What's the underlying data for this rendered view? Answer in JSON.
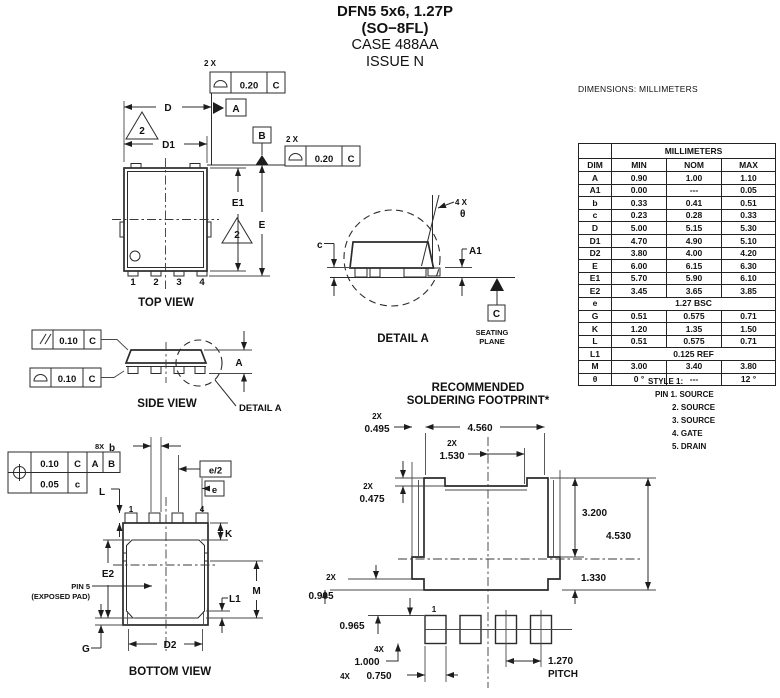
{
  "title": {
    "l1": "DFN5 5x6, 1.27P",
    "l2": "(SO−8FL)",
    "l3": "CASE 488AA",
    "l4": "ISSUE N"
  },
  "note": "DIMENSIONS: MILLIMETERS",
  "top": {
    "label": "TOP VIEW",
    "qty1": "2 X",
    "qty2": "2 X",
    "tol1": "0.20",
    "datum1": "C",
    "tol2": "0.20",
    "datum2": "C",
    "da": "A",
    "db": "B",
    "d": "D",
    "d1": "D1",
    "e1": "E1",
    "e": "E",
    "flag": "2",
    "p1": "1",
    "p2": "2",
    "p3": "3",
    "p4": "4"
  },
  "detail": {
    "label": "DETAIL A",
    "qty": "4 X",
    "theta": "θ",
    "c": "c",
    "a1": "A1",
    "dc": "C",
    "sp1": "SEATING",
    "sp2": "PLANE"
  },
  "side": {
    "label": "SIDE VIEW",
    "ref": "DETAIL A",
    "a": "A",
    "tol1": "0.10",
    "datum1": "C",
    "tol2": "0.10",
    "datum2": "C"
  },
  "bottom": {
    "label": "BOTTOM VIEW",
    "tol1": "0.10",
    "fd1": "C",
    "fd2": "A",
    "fd3": "B",
    "tol2": "0.05",
    "fd4": "c",
    "qty": "8X",
    "b": "b",
    "ehalf": "e/2",
    "e": "e",
    "l": "L",
    "k": "K",
    "e2": "E2",
    "m": "M",
    "l1": "L1",
    "g": "G",
    "d2": "D2",
    "pin5a": "PIN 5",
    "pin5b": "(EXPOSED PAD)",
    "p1": "1",
    "p4": "4"
  },
  "fp": {
    "t1": "RECOMMENDED",
    "t2": "SOLDERING FOOTPRINT*",
    "q1": "2X",
    "v1": "0.495",
    "v2": "4.560",
    "q2": "2X",
    "v3": "1.530",
    "q3": "2X",
    "v4": "0.475",
    "v5": "3.200",
    "v6": "4.530",
    "v7": "1.330",
    "q4": "2X",
    "v8": "0.905",
    "v9": "0.965",
    "p1": "1",
    "q5": "4X",
    "v10": "1.000",
    "q6": "4X",
    "v11": "0.750",
    "v12": "1.270",
    "pitch": "PITCH"
  },
  "table": {
    "units": "MILLIMETERS",
    "c0": "DIM",
    "c1": "MIN",
    "c2": "NOM",
    "c3": "MAX",
    "rows": [
      {
        "dim": "A",
        "min": "0.90",
        "nom": "1.00",
        "max": "1.10"
      },
      {
        "dim": "A1",
        "min": "0.00",
        "nom": "---",
        "max": "0.05"
      },
      {
        "dim": "b",
        "min": "0.33",
        "nom": "0.41",
        "max": "0.51"
      },
      {
        "dim": "c",
        "min": "0.23",
        "nom": "0.28",
        "max": "0.33"
      },
      {
        "dim": "D",
        "min": "5.00",
        "nom": "5.15",
        "max": "5.30"
      },
      {
        "dim": "D1",
        "min": "4.70",
        "nom": "4.90",
        "max": "5.10"
      },
      {
        "dim": "D2",
        "min": "3.80",
        "nom": "4.00",
        "max": "4.20"
      },
      {
        "dim": "E",
        "min": "6.00",
        "nom": "6.15",
        "max": "6.30"
      },
      {
        "dim": "E1",
        "min": "5.70",
        "nom": "5.90",
        "max": "6.10"
      },
      {
        "dim": "E2",
        "min": "3.45",
        "nom": "3.65",
        "max": "3.85"
      },
      {
        "dim": "e",
        "span": "1.27 BSC"
      },
      {
        "dim": "G",
        "min": "0.51",
        "nom": "0.575",
        "max": "0.71"
      },
      {
        "dim": "K",
        "min": "1.20",
        "nom": "1.35",
        "max": "1.50"
      },
      {
        "dim": "L",
        "min": "0.51",
        "nom": "0.575",
        "max": "0.71"
      },
      {
        "dim": "L1",
        "span": "0.125 REF"
      },
      {
        "dim": "M",
        "min": "3.00",
        "nom": "3.40",
        "max": "3.80"
      },
      {
        "dim": "θ",
        "min": "0 °",
        "nom": "---",
        "max": "12 °"
      }
    ]
  },
  "style": {
    "t": "STYLE 1:",
    "p1": "PIN 1. SOURCE",
    "p2": "2. SOURCE",
    "p3": "3. SOURCE",
    "p4": "4. GATE",
    "p5": "5. DRAIN"
  }
}
